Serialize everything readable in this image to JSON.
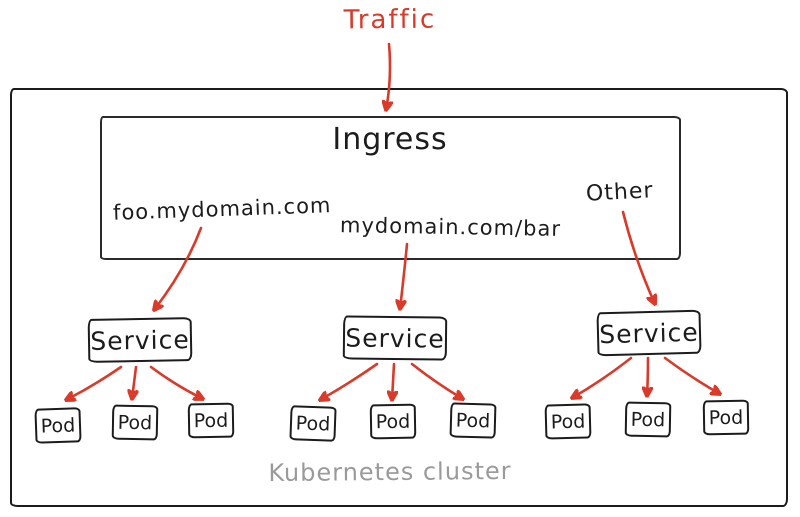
{
  "diagram": {
    "traffic_label": "Traffic",
    "cluster_label": "Kubernetes cluster",
    "ingress": {
      "title": "Ingress",
      "rules": [
        {
          "label": "foo.mydomain.com"
        },
        {
          "label": "mydomain.com/bar"
        },
        {
          "label": "Other"
        }
      ]
    },
    "services": [
      {
        "label": "Service",
        "pods": [
          "Pod",
          "Pod",
          "Pod"
        ]
      },
      {
        "label": "Service",
        "pods": [
          "Pod",
          "Pod",
          "Pod"
        ]
      },
      {
        "label": "Service",
        "pods": [
          "Pod",
          "Pod",
          "Pod"
        ]
      }
    ],
    "colors": {
      "arrow_red": "#d93a2a",
      "box_border": "#1c1c1c",
      "cluster_text_gray": "#9a9a9a"
    }
  }
}
